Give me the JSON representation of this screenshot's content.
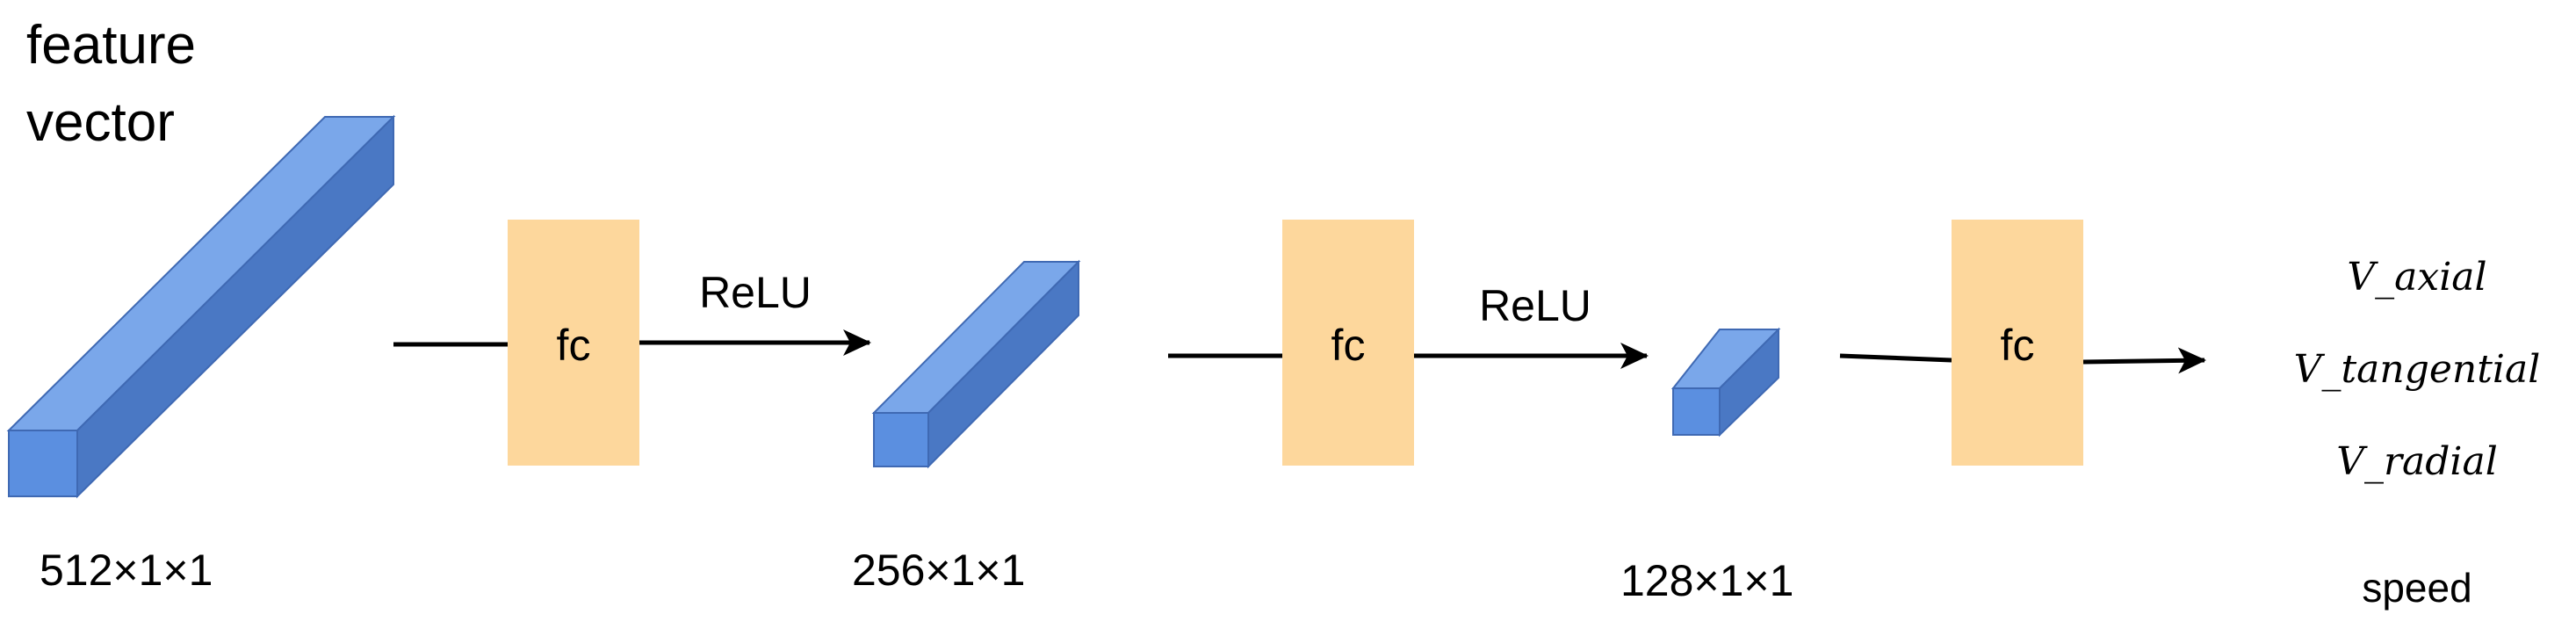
{
  "input": {
    "label_line1": "feature",
    "label_line2": "vector"
  },
  "dims": {
    "d1": "512×1×1",
    "d2": "256×1×1",
    "d3": "128×1×1"
  },
  "layers": {
    "fc1": "fc",
    "fc2": "fc",
    "fc3": "fc"
  },
  "activations": {
    "relu1": "ReLU",
    "relu2": "ReLU"
  },
  "outputs": {
    "axial": "V_axial",
    "tangential": "V_tangential",
    "radial": "V_radial",
    "caption": "speed"
  },
  "colors": {
    "cuboid_front": "#5b8fe0",
    "cuboid_top": "#7aa7ea",
    "cuboid_side": "#4a78c4",
    "fc_box": "#fdd79c",
    "arrow": "#000000"
  }
}
